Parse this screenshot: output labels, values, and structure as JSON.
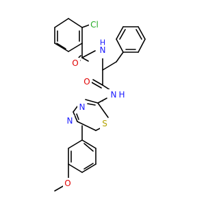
{
  "atoms": {
    "cl": {
      "text": "Cl",
      "color": "#22aa22"
    },
    "nh_top": {
      "text": "N",
      "color": "#1a1aff"
    },
    "h_top": {
      "text": "H",
      "color": "#1a1aff"
    },
    "o_amide1": {
      "text": "O",
      "color": "#e00000"
    },
    "o_amide2": {
      "text": "O",
      "color": "#e00000"
    },
    "nh_mid": {
      "text": "N",
      "color": "#1a1aff"
    },
    "h_mid": {
      "text": "H",
      "color": "#1a1aff"
    },
    "n_ring1": {
      "text": "N",
      "color": "#1a1aff"
    },
    "n_ring2": {
      "text": "N",
      "color": "#1a1aff"
    },
    "s_ring": {
      "text": "S",
      "color": "#b3a300"
    },
    "o_ether": {
      "text": "O",
      "color": "#e00000"
    }
  }
}
